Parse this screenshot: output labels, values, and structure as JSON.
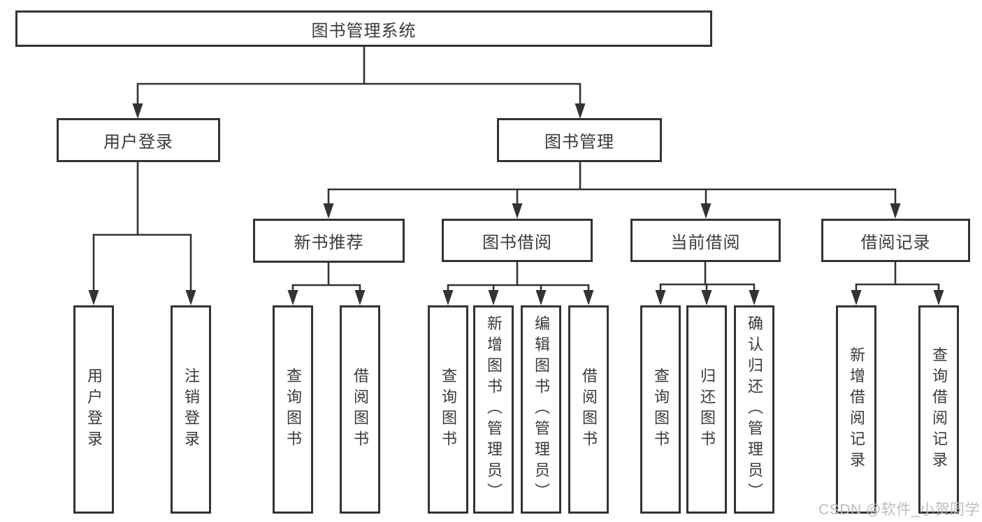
{
  "tree": {
    "label": "图书管理系统",
    "children": [
      {
        "label": "用户登录",
        "children": [
          {
            "label": "用户登录"
          },
          {
            "label": "注销登录"
          }
        ]
      },
      {
        "label": "图书管理",
        "children": [
          {
            "label": "新书推荐",
            "children": [
              {
                "label": "查询图书"
              },
              {
                "label": "借阅图书"
              }
            ]
          },
          {
            "label": "图书借阅",
            "children": [
              {
                "label": "查询图书"
              },
              {
                "label": "新增图书（管理员）"
              },
              {
                "label": "编辑图书（管理员）"
              },
              {
                "label": "借阅图书"
              }
            ]
          },
          {
            "label": "当前借阅",
            "children": [
              {
                "label": "查询图书"
              },
              {
                "label": "归还图书"
              },
              {
                "label": "确认归还（管理员）"
              }
            ]
          },
          {
            "label": "借阅记录",
            "children": [
              {
                "label": "新增借阅记录"
              },
              {
                "label": "查询借阅记录"
              }
            ]
          }
        ]
      }
    ]
  },
  "watermark": {
    "text": "CSDN @软件_小贺同学"
  },
  "colors": {
    "line": "#333333",
    "text": "#3a3a3a",
    "watermark": "#b9bdc1"
  }
}
